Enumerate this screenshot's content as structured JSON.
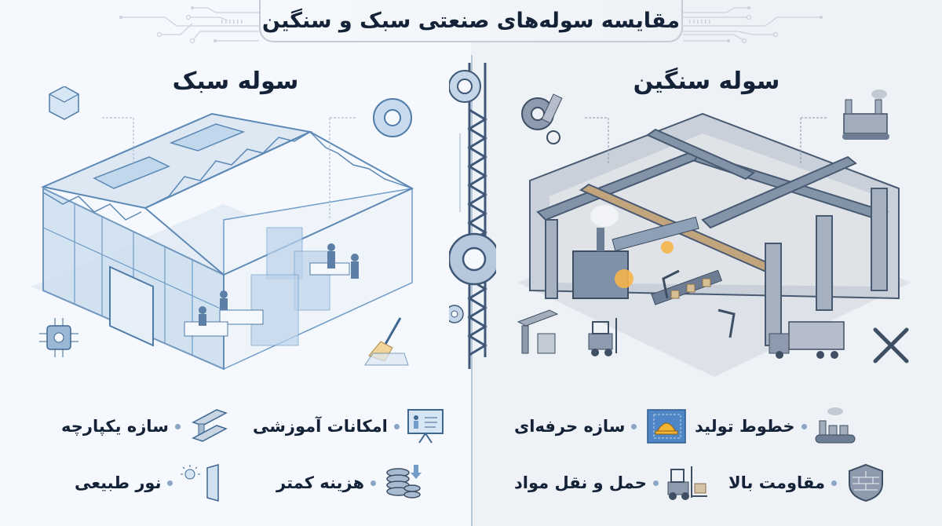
{
  "header": {
    "title": "مقایسه سوله‌های صنعتی سبک و سنگین"
  },
  "light_shed": {
    "title": "سوله سبک",
    "illustration": "light-glass-shed-with-offices",
    "corner_icons": [
      "cube-icon",
      "gear-cycle-icon",
      "chip-icon",
      "broom-clean-icon"
    ],
    "features": [
      {
        "label": "امکانات آموزشی",
        "icon": "presentation-board-icon"
      },
      {
        "label": "سازه یکپارچه",
        "icon": "steel-beam-icon"
      },
      {
        "label": "هزینه کمتر",
        "icon": "coins-down-icon"
      },
      {
        "label": "نور طبیعی",
        "icon": "sun-window-icon"
      }
    ]
  },
  "heavy_shed": {
    "title": "سوله سنگین",
    "illustration": "heavy-industrial-shed-with-crane",
    "corner_icons": [
      "gear-piston-icon",
      "factory-icon",
      "beam-block-icon",
      "forklift-icon",
      "truck-icon",
      "wrench-hammer-icon"
    ],
    "features": [
      {
        "label": "خطوط تولید",
        "icon": "factory-conveyor-icon"
      },
      {
        "label": "سازه حرفه‌ای",
        "icon": "blueprint-helmet-icon"
      },
      {
        "label": "مقاومت بالا",
        "icon": "shield-brick-icon"
      },
      {
        "label": "حمل و نقل مواد",
        "icon": "forklift-icon"
      }
    ]
  },
  "colors": {
    "title_text": "#142238",
    "light_accent": "#6f9cc8",
    "heavy_accent": "#4d5f78",
    "bullet": "#8aa6c4"
  }
}
